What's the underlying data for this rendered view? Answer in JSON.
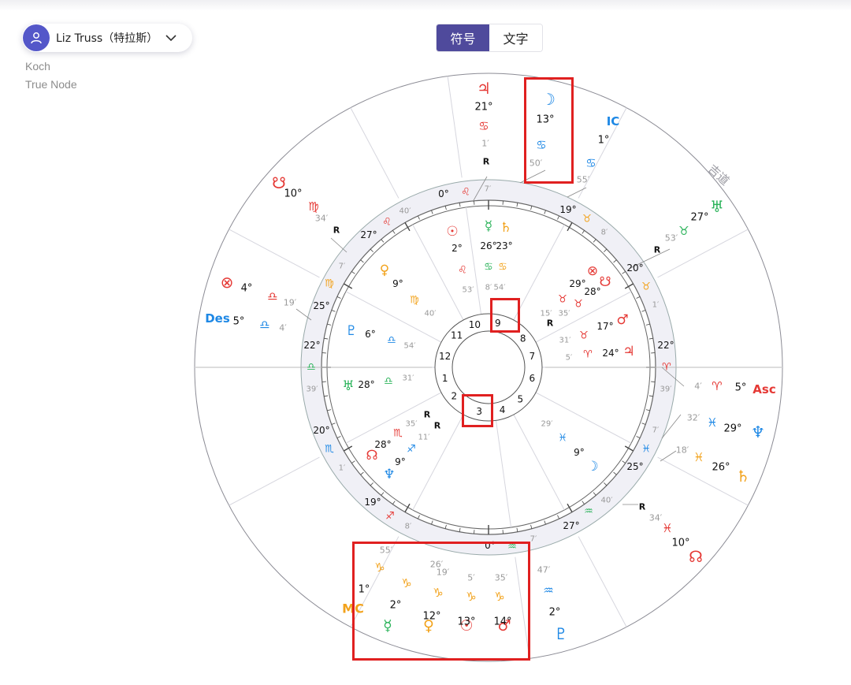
{
  "header": {
    "person_name": "Liz Truss（特拉斯）",
    "house_system": "Koch",
    "node_type": "True Node",
    "view_toggle": [
      "符号",
      "文字"
    ],
    "active_view": "符号"
  },
  "colors": {
    "accent": "#4f4a9c",
    "fire": "#e53935",
    "earth": "#f2a21b",
    "air": "#2bb35a",
    "water": "#1e88e5",
    "ring": "#f0f0f6",
    "highlight": "#e02020"
  },
  "chart": {
    "house_numbers": [
      "1",
      "2",
      "3",
      "4",
      "5",
      "6",
      "7",
      "8",
      "9",
      "10",
      "11",
      "12"
    ],
    "transit_label": "吉道",
    "outer_entries": [
      {
        "name": "jupiter",
        "glyph": "♃",
        "sign": "♋",
        "deg": "21",
        "min": "1",
        "r": true,
        "color": "fire"
      },
      {
        "name": "moon",
        "glyph": "☽",
        "sign": "♋",
        "deg": "13",
        "min": "50",
        "r": false,
        "color": "water"
      },
      {
        "name": "ic",
        "glyph": "IC",
        "sign": "♋",
        "deg": "1",
        "min": "55",
        "r": false,
        "color": "water"
      },
      {
        "name": "uranus",
        "glyph": "♅",
        "sign": "♉",
        "deg": "27",
        "min": "53",
        "r": true,
        "color": "air"
      },
      {
        "name": "south-node",
        "glyph": "☋",
        "sign": "♍",
        "deg": "10",
        "min": "34",
        "r": true,
        "color": "fire"
      },
      {
        "name": "fortune",
        "glyph": "⊗",
        "sign": "♎",
        "deg": "4",
        "min": "19",
        "r": false,
        "color": "fire"
      },
      {
        "name": "des",
        "glyph": "Des",
        "sign": "♎",
        "deg": "5",
        "min": "4",
        "r": false,
        "color": "water"
      },
      {
        "name": "asc",
        "glyph": "Asc",
        "sign": "♈",
        "deg": "5",
        "min": "4",
        "r": false,
        "color": "fire"
      },
      {
        "name": "neptune",
        "glyph": "♆",
        "sign": "♓",
        "deg": "29",
        "min": "32",
        "r": false,
        "color": "water"
      },
      {
        "name": "saturn",
        "glyph": "♄",
        "sign": "♓",
        "deg": "26",
        "min": "18",
        "r": false,
        "color": "earth"
      },
      {
        "name": "north-node",
        "glyph": "☊",
        "sign": "♓",
        "deg": "10",
        "min": "34",
        "r": true,
        "color": "fire"
      },
      {
        "name": "pluto",
        "glyph": "♇",
        "sign": "♒",
        "deg": "2",
        "min": "47",
        "r": false,
        "color": "water"
      }
    ],
    "mc_stack": {
      "glyphs": [
        "MC",
        "☿",
        "♀",
        "☉",
        "♂"
      ],
      "signs": [
        "♑",
        "♑",
        "♑",
        "♑",
        "♑"
      ],
      "degrees": [
        "1",
        "2",
        "12",
        "13",
        "14"
      ],
      "minutes": [
        "55",
        "26",
        "19",
        "5",
        "35"
      ]
    },
    "inner_entries": [
      {
        "name": "sun",
        "glyph": "☉",
        "deg": "2",
        "sign": "♌",
        "min": "53",
        "color": "fire"
      },
      {
        "name": "mercury",
        "glyph": "☿",
        "deg": "26",
        "sign": "♋",
        "min": "8",
        "color": "air"
      },
      {
        "name": "saturn",
        "glyph": "♄",
        "deg": "23",
        "sign": "♋",
        "min": "54",
        "color": "earth"
      },
      {
        "name": "venus",
        "glyph": "♀",
        "deg": "9",
        "sign": "♍",
        "min": "40",
        "color": "earth"
      },
      {
        "name": "pluto",
        "glyph": "♇",
        "deg": "6",
        "sign": "♎",
        "min": "54",
        "color": "water"
      },
      {
        "name": "uranus",
        "glyph": "♅",
        "deg": "28",
        "sign": "♎",
        "min": "31",
        "color": "air"
      },
      {
        "name": "fortune",
        "glyph": "⊗",
        "deg": "29",
        "sign": "♉",
        "min": "15",
        "color": "fire"
      },
      {
        "name": "south-node",
        "glyph": "☋",
        "deg": "28",
        "sign": "♉",
        "min": "35",
        "color": "fire"
      },
      {
        "name": "mars",
        "glyph": "♂",
        "deg": "17",
        "sign": "♉",
        "min": "31",
        "color": "fire"
      },
      {
        "name": "jupiter",
        "glyph": "♃",
        "deg": "24",
        "sign": "♈",
        "min": "5",
        "color": "fire"
      },
      {
        "name": "north-node",
        "glyph": "☊",
        "deg": "28",
        "sign": "♏",
        "min": "35",
        "color": "fire"
      },
      {
        "name": "neptune",
        "glyph": "♆",
        "deg": "9",
        "sign": "♐",
        "min": "11",
        "color": "water"
      },
      {
        "name": "moon",
        "glyph": "☽",
        "deg": "9",
        "sign": "♓",
        "min": "29",
        "color": "water"
      }
    ],
    "cusp_labels": [
      {
        "deg": "0",
        "sign": "♌",
        "min": "7"
      },
      {
        "deg": "19",
        "sign": "♉",
        "min": "8"
      },
      {
        "deg": "20",
        "sign": "♉",
        "min": "1"
      },
      {
        "deg": "22",
        "sign": "♈",
        "min": "39"
      },
      {
        "deg": "0",
        "sign": "♒",
        "min": "7"
      },
      {
        "deg": "27",
        "sign": "♒",
        "min": "40"
      },
      {
        "deg": "25",
        "sign": "♓",
        "min": "7"
      },
      {
        "deg": "19",
        "sign": "♐",
        "min": "8"
      },
      {
        "deg": "20",
        "sign": "♏",
        "min": "1"
      },
      {
        "deg": "22",
        "sign": "♎",
        "min": "39"
      },
      {
        "deg": "25",
        "sign": "♍",
        "min": "7"
      },
      {
        "deg": "27",
        "sign": "♌",
        "min": "40"
      }
    ]
  }
}
